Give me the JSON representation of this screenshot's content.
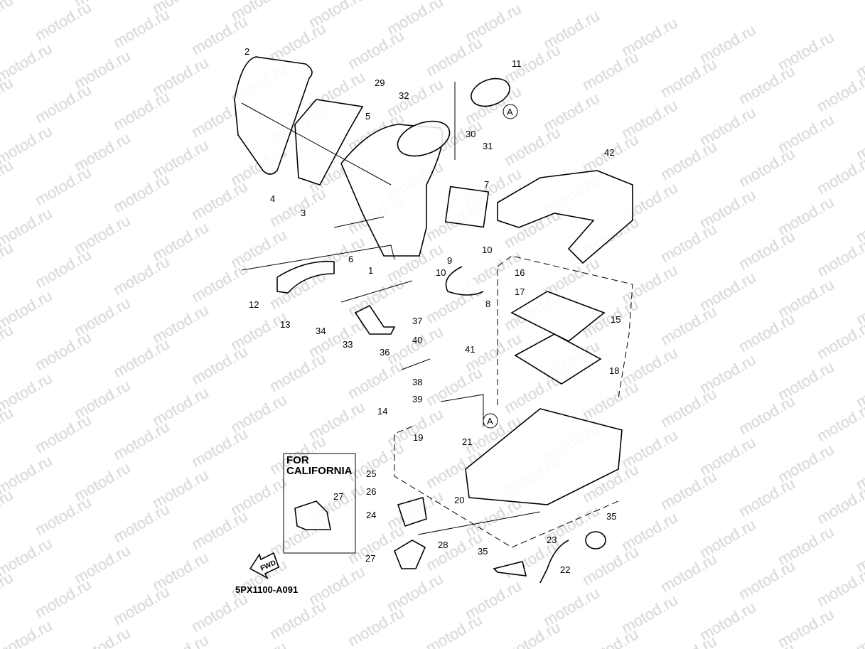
{
  "diagram": {
    "code": "5PX1100-A091",
    "inset_title_line1": "FOR",
    "inset_title_line2": "CALIFORNIA",
    "fwd_label": "FWD",
    "ref_marker": "A",
    "watermark": "motod.ru",
    "callouts": [
      "1",
      "2",
      "3",
      "4",
      "5",
      "6",
      "7",
      "8",
      "9",
      "10",
      "11",
      "12",
      "13",
      "14",
      "15",
      "16",
      "17",
      "18",
      "19",
      "20",
      "21",
      "22",
      "23",
      "24",
      "25",
      "26",
      "27",
      "28",
      "29",
      "30",
      "31",
      "32",
      "33",
      "34",
      "35",
      "36",
      "37",
      "38",
      "39",
      "40",
      "41",
      "42"
    ]
  }
}
